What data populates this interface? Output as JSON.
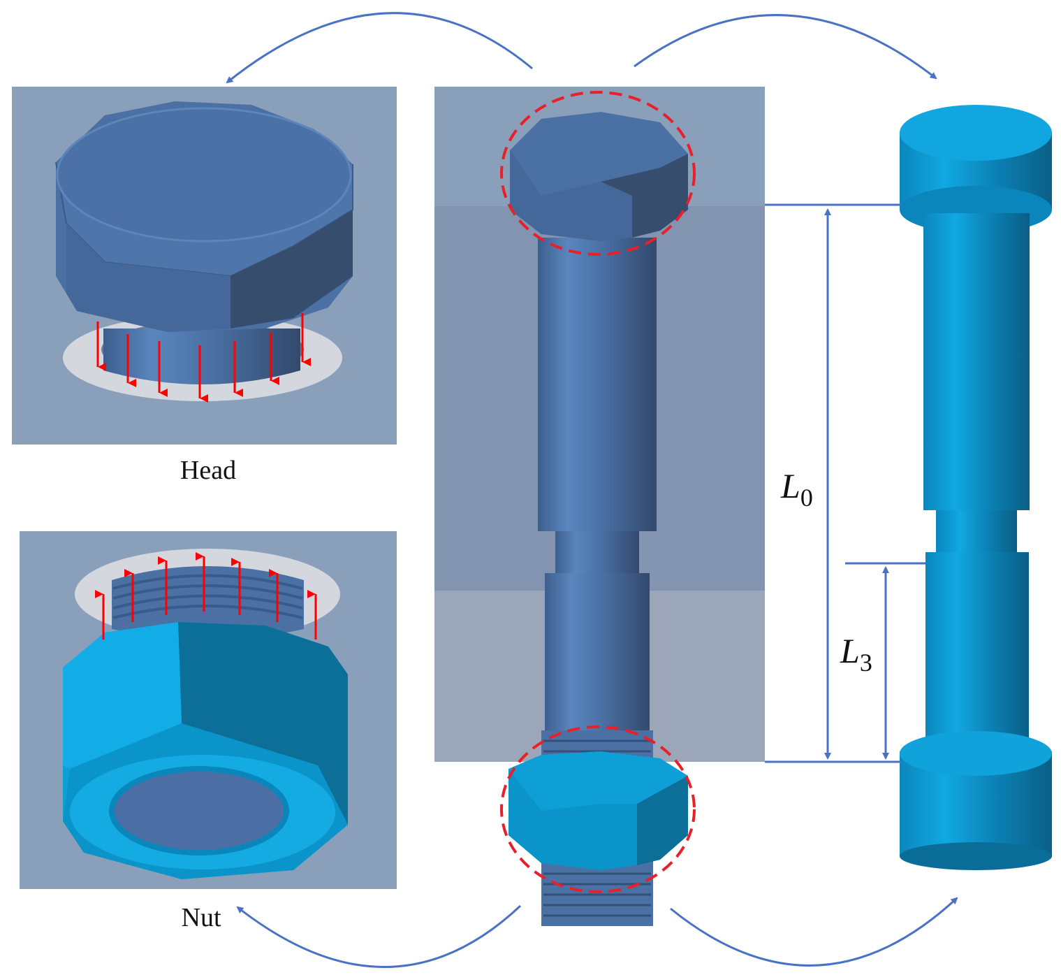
{
  "captions": {
    "head": "Head",
    "nut": "Nut"
  },
  "dimensions": {
    "l0": {
      "symbol": "L",
      "subscript": "0"
    },
    "l3": {
      "symbol": "L",
      "subscript": "3"
    }
  },
  "colors": {
    "panel_bg": "#8a9fba",
    "bolt_blue": "#4a70a4",
    "nut_cyan": "#0e9fd6",
    "load_arrow": "#ff0000",
    "dimension_line": "#4a72c4",
    "highlight_circle": "#e8202a"
  }
}
